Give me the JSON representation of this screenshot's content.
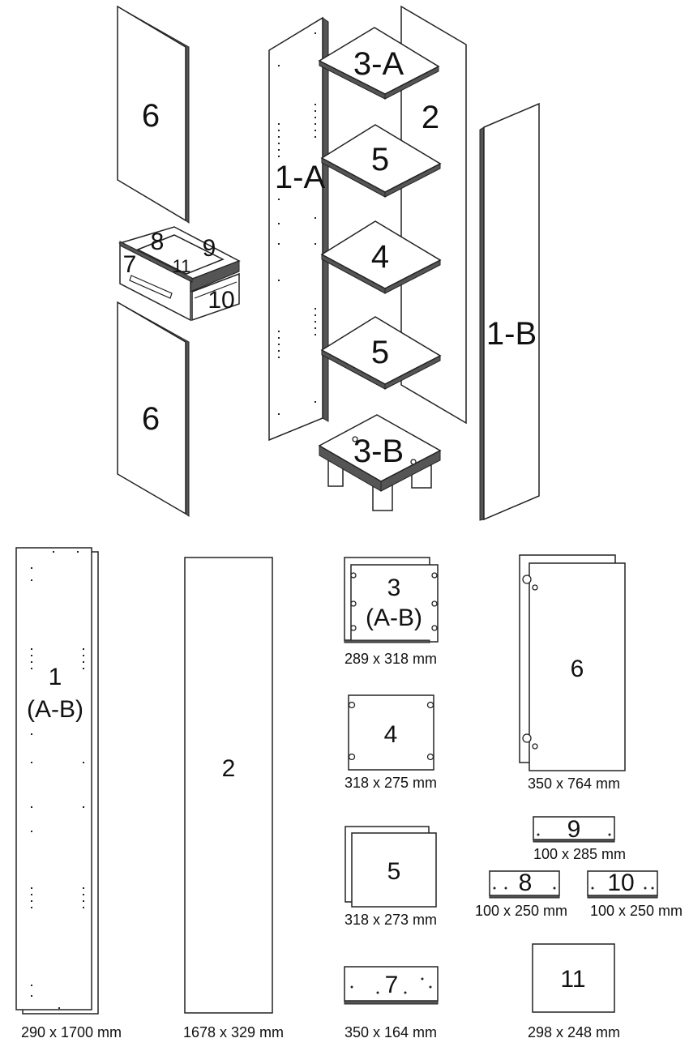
{
  "exploded_view": {
    "labels": {
      "door_top": "6",
      "door_bottom": "6",
      "side_left": "1-A",
      "side_right": "1-B",
      "back": "2",
      "top_shelf": "3-A",
      "shelf_upper": "5",
      "shelf_middle": "4",
      "shelf_lower": "5",
      "base": "3-B",
      "drawer_front": "7",
      "drawer_side_left": "8",
      "drawer_side_right": "9",
      "drawer_back": "10",
      "drawer_bottom": "11"
    }
  },
  "parts_list": [
    {
      "id": "1",
      "sub": "(A-B)",
      "dims": "290 x 1700 mm"
    },
    {
      "id": "2",
      "sub": "",
      "dims": "1678 x 329 mm"
    },
    {
      "id": "3",
      "sub": "(A-B)",
      "dims": "289 x 318 mm"
    },
    {
      "id": "4",
      "sub": "",
      "dims": "318 x 275 mm"
    },
    {
      "id": "5",
      "sub": "",
      "dims": "318 x 273 mm"
    },
    {
      "id": "7",
      "sub": "",
      "dims": "350 x 164 mm"
    },
    {
      "id": "6",
      "sub": "",
      "dims": "350 x 764 mm"
    },
    {
      "id": "9",
      "sub": "",
      "dims": "100 x 285 mm"
    },
    {
      "id": "8",
      "sub": "",
      "dims": "100 x 250 mm"
    },
    {
      "id": "10",
      "sub": "",
      "dims": "100 x 250 mm"
    },
    {
      "id": "11",
      "sub": "",
      "dims": "298 x 248 mm"
    }
  ]
}
